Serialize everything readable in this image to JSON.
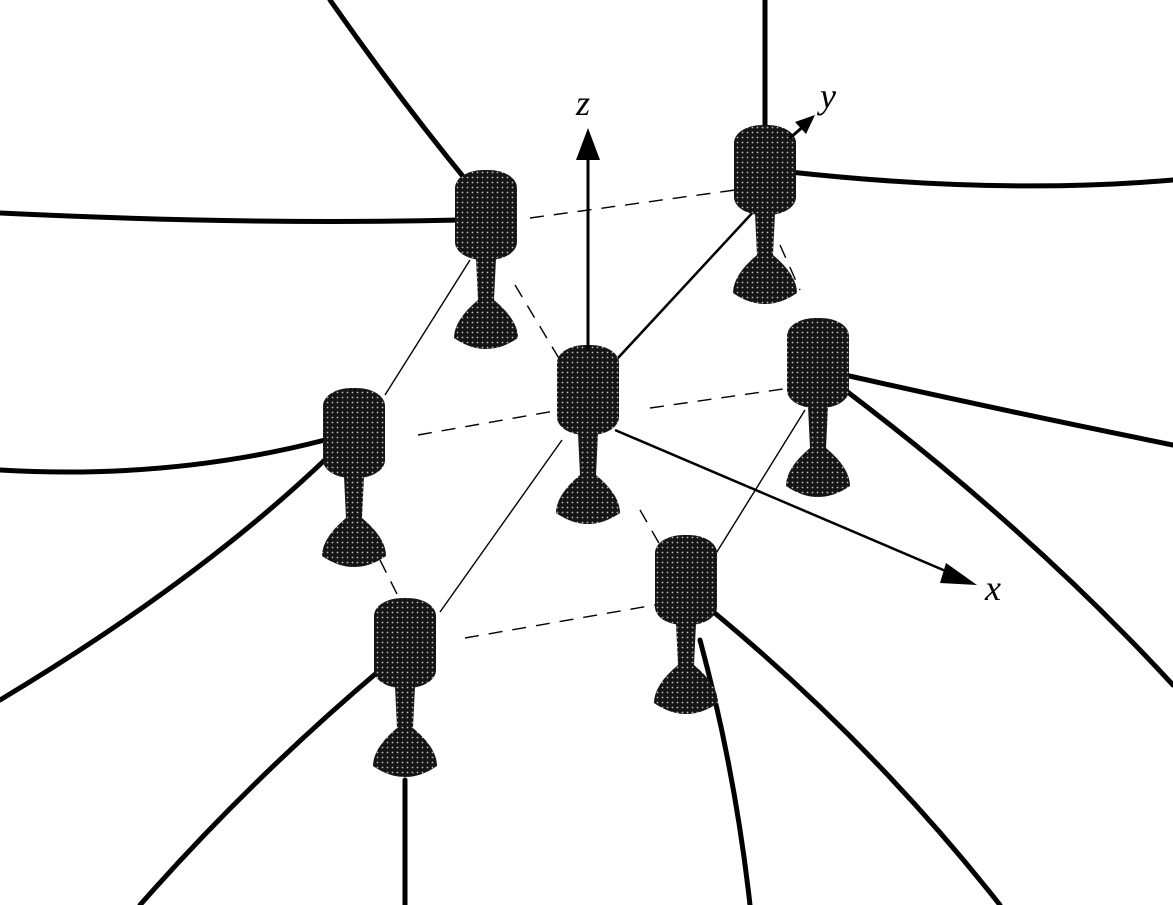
{
  "diagram": {
    "axes": {
      "z_label": "z",
      "y_label": "y",
      "x_label": "x"
    },
    "node_count": 7,
    "colors": {
      "node": "#1a1a1a",
      "line": "#000000",
      "background": "#ffffff"
    }
  }
}
